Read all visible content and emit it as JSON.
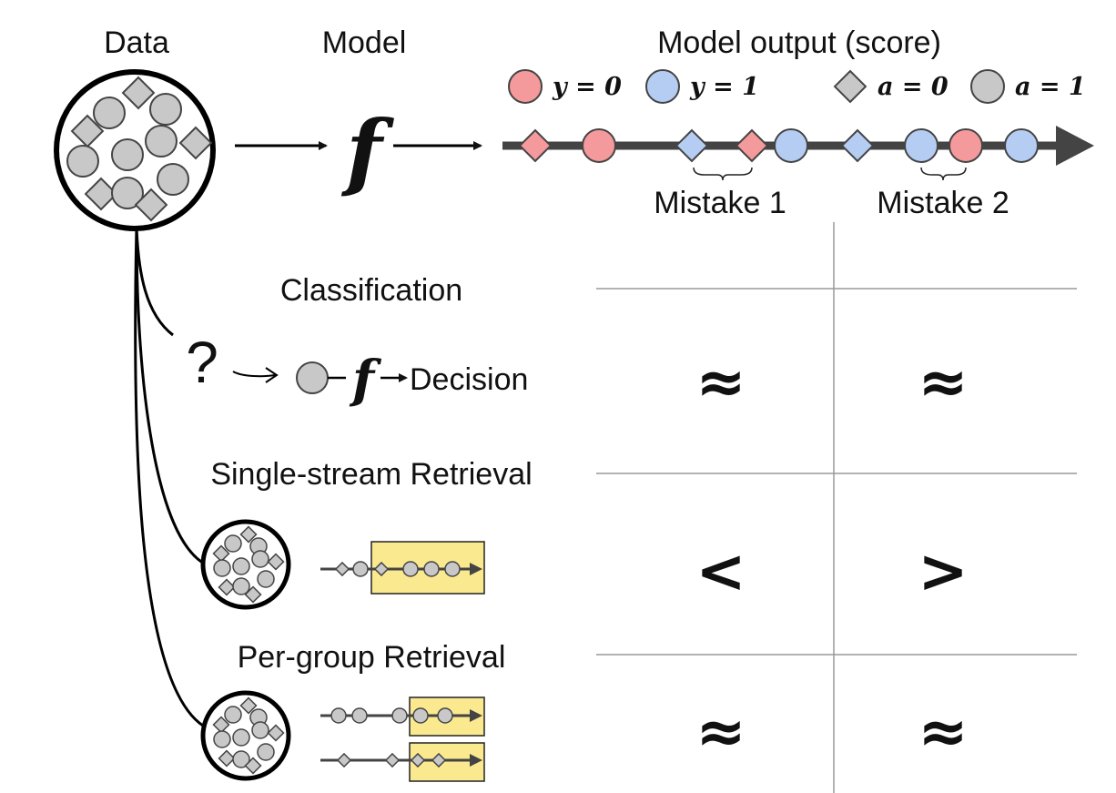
{
  "header": {
    "data_label": "Data",
    "model_label": "Model",
    "output_label": "Model output (score)",
    "f_symbol": "f"
  },
  "legend": [
    {
      "text": "y = 0",
      "shape": "circle",
      "color": "#f4999c"
    },
    {
      "text": "y = 1",
      "shape": "circle",
      "color": "#b5cdf3"
    },
    {
      "text": "a = 0",
      "shape": "diamond",
      "color": "#c8c8c8"
    },
    {
      "text": "a = 1",
      "shape": "circle",
      "color": "#c8c8c8"
    }
  ],
  "axis_items": [
    {
      "shape": "diamond",
      "color": "#f4999c"
    },
    {
      "shape": "circle",
      "color": "#f4999c"
    },
    {
      "shape": "diamond",
      "color": "#b5cdf3"
    },
    {
      "shape": "diamond",
      "color": "#f4999c"
    },
    {
      "shape": "circle",
      "color": "#b5cdf3"
    },
    {
      "shape": "diamond",
      "color": "#b5cdf3"
    },
    {
      "shape": "circle",
      "color": "#b5cdf3"
    },
    {
      "shape": "circle",
      "color": "#f4999c"
    },
    {
      "shape": "circle",
      "color": "#b5cdf3"
    }
  ],
  "mistakes": [
    "Mistake 1",
    "Mistake 2"
  ],
  "tasks": [
    {
      "title": "Classification",
      "question": "?",
      "decision": "Decision",
      "cells": [
        "≈",
        "≈"
      ]
    },
    {
      "title": "Single-stream Retrieval",
      "cells": [
        "<",
        ">"
      ]
    },
    {
      "title": "Per-group Retrieval",
      "cells": [
        "≈",
        "≈"
      ]
    }
  ],
  "colors": {
    "red": "#f4999c",
    "blue": "#b5cdf3",
    "gray": "#c8c8c8",
    "highlight": "#fbe98f",
    "axis": "#444444"
  }
}
